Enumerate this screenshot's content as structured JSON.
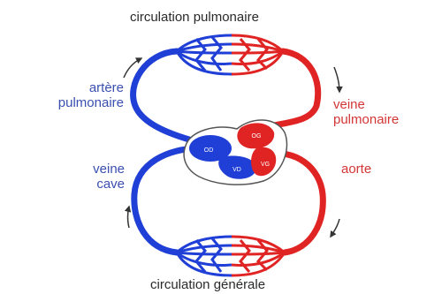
{
  "labels": {
    "top": "circulation pulmonaire",
    "bottom": "circulation générale",
    "pulmonary_artery_line1": "artère",
    "pulmonary_artery_line2": "pulmonaire",
    "pulmonary_vein_line1": "veine",
    "pulmonary_vein_line2": "pulmonaire",
    "vena_cava_line1": "veine",
    "vena_cava_line2": "cave",
    "aorta": "aorte"
  },
  "chambers": {
    "left_atrium": "OG",
    "right_atrium": "OD",
    "left_ventricle": "VG",
    "right_ventricle": "VD"
  },
  "colors": {
    "oxygenated": "#e02424",
    "deoxygenated": "#1f3fd6",
    "arrow": "#333333",
    "heart_outline": "#555555"
  }
}
